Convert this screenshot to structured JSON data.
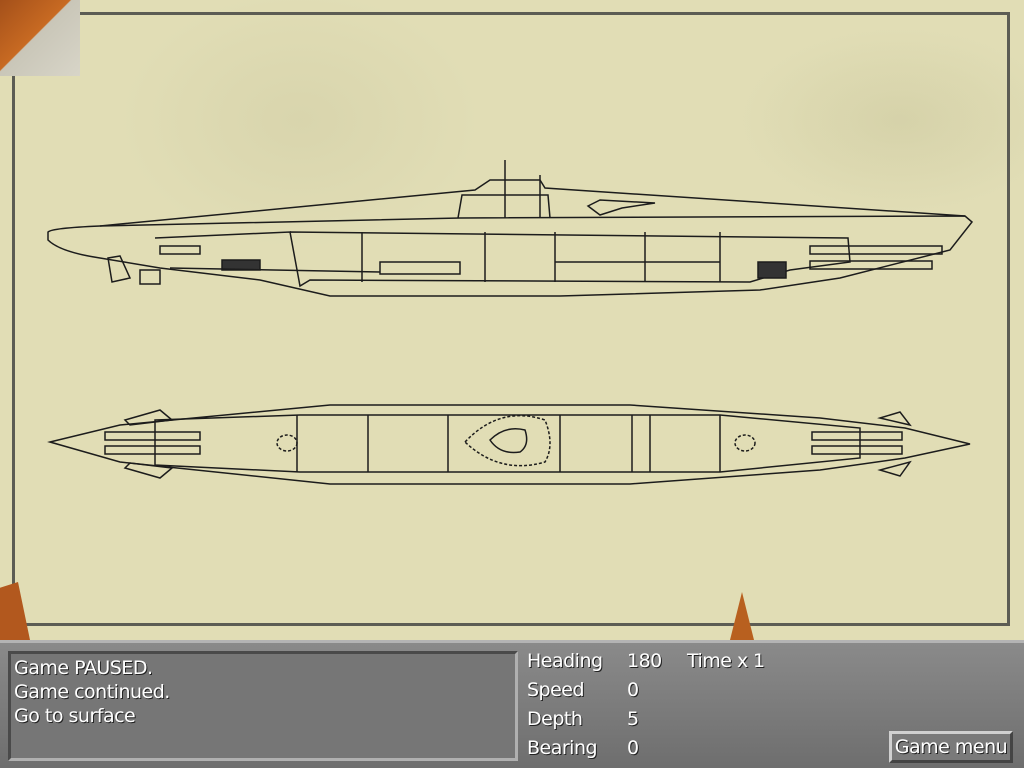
{
  "messages": [
    "Game PAUSED.",
    "Game continued.",
    "Go to surface"
  ],
  "stats": {
    "heading_label": "Heading",
    "heading": "180",
    "time_label": "Time x",
    "time": "1",
    "speed_label": "Speed",
    "speed": "0",
    "depth_label": "Depth",
    "depth": "5",
    "bearing_label": "Bearing",
    "bearing": "0"
  },
  "game_menu_label": "Game menu"
}
